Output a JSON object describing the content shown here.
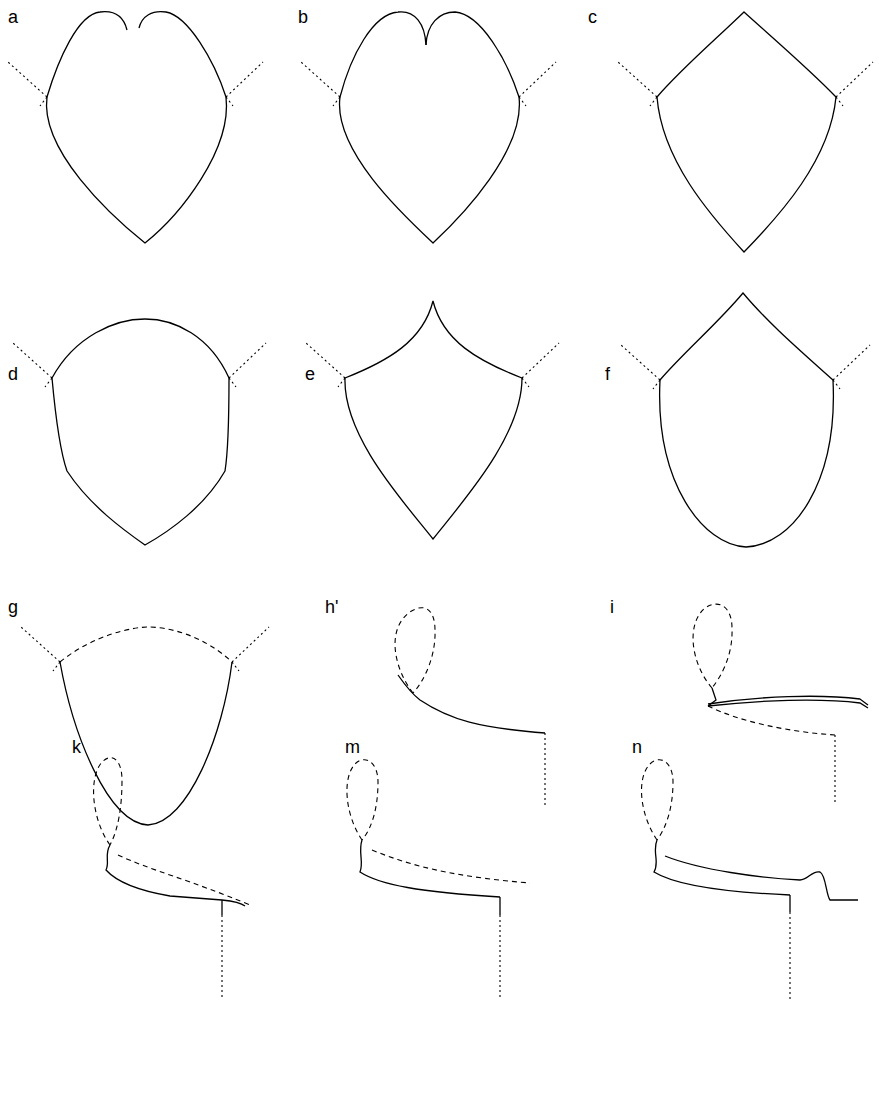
{
  "diagram": {
    "labels": [
      "a",
      "b",
      "c",
      "d",
      "e",
      "f",
      "g",
      "h'",
      "i",
      "k",
      "m",
      "n"
    ]
  }
}
